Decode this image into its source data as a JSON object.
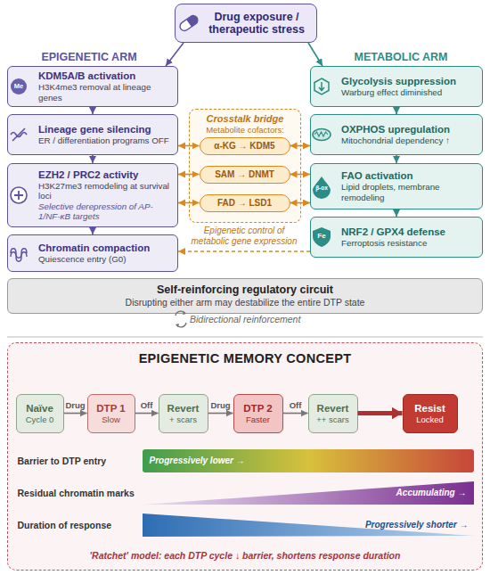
{
  "diagram": {
    "nodes": [
      {
        "text": [
          "Drug exposure / therapeutic stress"
        ]
      },
      {
        "text": [
          "KDM5A/B activation",
          "H3K4me3 removal at lineage genes"
        ]
      },
      {
        "text": [
          "Lineage gene silencing",
          "ER / differentiation programs OFF"
        ]
      },
      {
        "text": [
          "EZH2 / PRC2 activity",
          "H3K27me3 remodeling at survival loci",
          "Selective derepression of AP-1/NF-κB targets"
        ]
      },
      {
        "text": [
          "Chromatin compaction",
          "Quiescence entry (G0)"
        ]
      },
      {
        "text": [
          "Crosstalk bridge",
          "Metabolite cofactors:"
        ]
      },
      {
        "text": [
          "α-KG → KDM5"
        ],
        "in": 5
      },
      {
        "text": [
          "SAM → DNMT"
        ],
        "in": 5
      },
      {
        "text": [
          "FAD → LSD1"
        ],
        "in": 5
      },
      {
        "text": [
          "Glycolysis suppression",
          "Warburg effect diminished"
        ]
      },
      {
        "text": [
          "OXPHOS upregulation",
          "Mitochondrial dependency ↑"
        ]
      },
      {
        "text": [
          "FAO activation",
          "Lipid droplets, membrane remodeling"
        ]
      },
      {
        "text": [
          "NRF2 / GPX4 defense",
          "Ferroptosis resistance"
        ]
      },
      {
        "text": [
          "Self-reinforcing regulatory circuit",
          "Disrupting either arm may destabilize the entire DTP state"
        ]
      },
      {
        "text": [
          "EPIGENETIC MEMORY CONCEPT",
          "'Ratchet' model: each DTP cycle ↓ barrier, shortens response duration"
        ]
      },
      {
        "text": [
          "Naïve",
          "Cycle 0"
        ],
        "in": 14
      },
      {
        "text": [
          "DTP 1",
          "Slow"
        ],
        "in": 14
      },
      {
        "text": [
          "Revert",
          "+ scars"
        ],
        "in": 14
      },
      {
        "text": [
          "DTP 2",
          "Faster"
        ],
        "in": 14
      },
      {
        "text": [
          "Revert",
          "++ scars"
        ],
        "in": 14
      },
      {
        "text": [
          "Resist",
          "Locked"
        ],
        "in": 14
      },
      {
        "text": [
          "Barrier to DTP entry",
          "Progressively lower →"
        ],
        "in": 14
      },
      {
        "text": [
          "Residual chromatin marks",
          "Accumulating →"
        ],
        "in": 14
      },
      {
        "text": [
          "Duration of response",
          "Progressively shorter →"
        ],
        "in": 14
      }
    ],
    "edges": [
      {
        "from": 0,
        "to": 1,
        "arrow": "to"
      },
      {
        "from": 0,
        "to": 9,
        "arrow": "to"
      },
      {
        "from": 1,
        "to": 2,
        "arrow": "to"
      },
      {
        "from": 2,
        "to": 3,
        "arrow": "to"
      },
      {
        "from": 3,
        "to": 4,
        "arrow": "to"
      },
      {
        "from": 9,
        "to": 10,
        "arrow": "to"
      },
      {
        "from": 10,
        "to": 11,
        "arrow": "to"
      },
      {
        "from": 11,
        "to": 12,
        "arrow": "to"
      },
      {
        "from": 2,
        "to": 6,
        "arrow": "both"
      },
      {
        "from": 6,
        "to": 10,
        "arrow": "both"
      },
      {
        "from": 3,
        "to": 7,
        "arrow": "both"
      },
      {
        "from": 7,
        "to": 11,
        "arrow": "both"
      },
      {
        "from": 3,
        "to": 8,
        "arrow": "both"
      },
      {
        "from": 8,
        "to": 11,
        "arrow": "both"
      },
      {
        "from": 12,
        "to": 4,
        "label": "Epigenetic control of metabolic gene expression",
        "arrow": "to"
      },
      {
        "from": 15,
        "to": 16,
        "label": "Drug",
        "arrow": "to"
      },
      {
        "from": 16,
        "to": 17,
        "label": "Off",
        "arrow": "to"
      },
      {
        "from": 17,
        "to": 18,
        "label": "Drug",
        "arrow": "to"
      },
      {
        "from": 18,
        "to": 19,
        "label": "Off",
        "arrow": "to"
      },
      {
        "from": 19,
        "to": 20,
        "arrow": "to"
      }
    ],
    "labels": [
      "EPIGENETIC ARM",
      "METABOLIC ARM",
      "Me",
      "β-ox",
      "Fe",
      "Bidirectional reinforcement"
    ]
  }
}
